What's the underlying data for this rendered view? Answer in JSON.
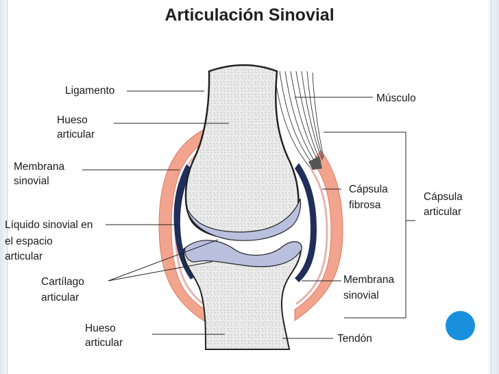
{
  "title": "Articulación Sinovial",
  "labels": {
    "ligamento": "Ligamento",
    "hueso_superior_1": "Hueso",
    "hueso_superior_2": "articular",
    "membrana_izq_1": "Membrana",
    "membrana_izq_2": "sinovial",
    "liquido_1": "Líquido sinovial en",
    "liquido_2": "el espacio",
    "liquido_3": "articular",
    "cartilago_1": "Cartílago",
    "cartilago_2": "articular",
    "hueso_inferior_1": "Hueso",
    "hueso_inferior_2": "articular",
    "musculo": "Músculo",
    "capsula_fibrosa_1": "Cápsula",
    "capsula_fibrosa_2": "fibrosa",
    "capsula_articular_1": "Cápsula",
    "capsula_articular_2": "articular",
    "membrana_der_1": "Membrana",
    "membrana_der_2": "sinovial",
    "tendon": "Tendón"
  },
  "colors": {
    "accent": "#1a8fdc",
    "capsule": "#f2a48e",
    "capsule_edge": "#e07a62",
    "membrane": "#1f2f5a",
    "cartilage": "#b9c0de",
    "bone": "#e9e9e9",
    "bone_outline": "#222222"
  }
}
